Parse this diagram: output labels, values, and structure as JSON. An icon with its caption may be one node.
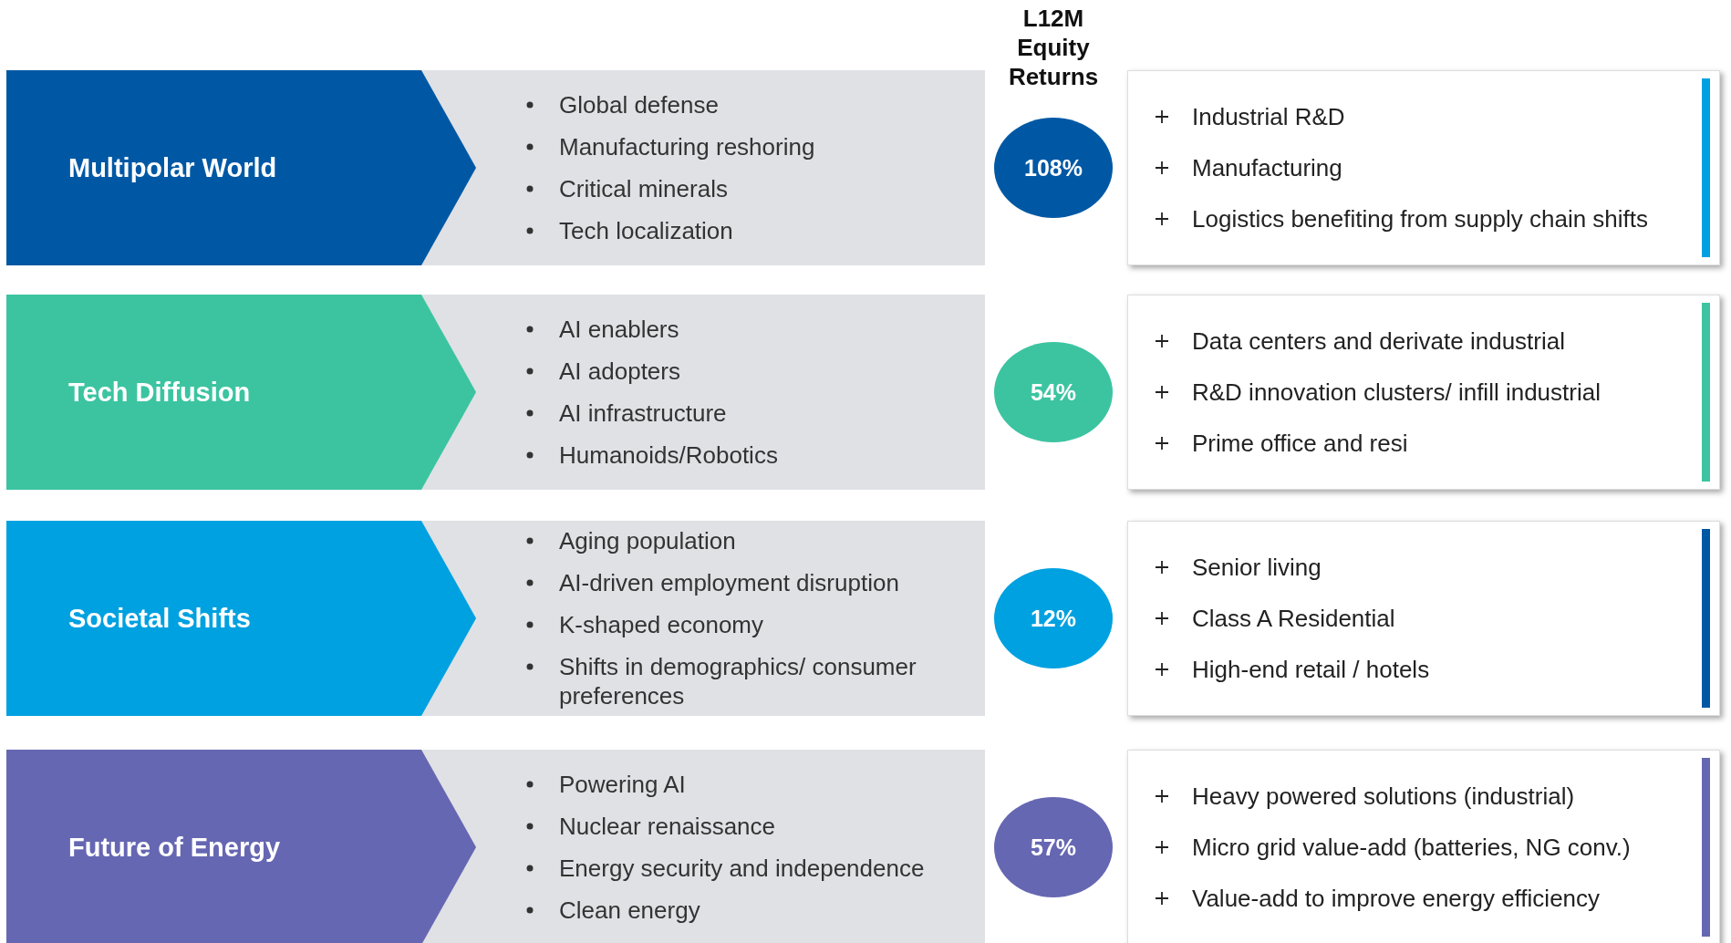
{
  "diagram": {
    "nodes": [
      {
        "text": [
          "Multipolar World"
        ]
      },
      {
        "text": [
          "Global defense",
          "Manufacturing reshoring",
          "Critical minerals",
          "Tech localization"
        ]
      },
      {
        "text": [
          "108%"
        ]
      },
      {
        "text": [
          "Industrial R&D",
          "Manufacturing",
          "Logistics benefiting from supply chain shifts"
        ]
      },
      {
        "text": [
          "Tech Diffusion"
        ]
      },
      {
        "text": [
          "AI enablers",
          "AI adopters",
          "AI infrastructure",
          "Humanoids/Robotics"
        ]
      },
      {
        "text": [
          "54%"
        ]
      },
      {
        "text": [
          "Data centers and derivate industrial",
          "R&D innovation clusters/ infill industrial",
          "Prime office and resi"
        ]
      },
      {
        "text": [
          "Societal Shifts"
        ]
      },
      {
        "text": [
          "Aging population",
          "AI-driven employment disruption",
          "K-shaped economy",
          "Shifts in demographics/ consumer preferences"
        ]
      },
      {
        "text": [
          "12%"
        ]
      },
      {
        "text": [
          "Senior living",
          "Class A Residential",
          "High-end retail / hotels"
        ]
      },
      {
        "text": [
          "Future of Energy"
        ]
      },
      {
        "text": [
          "Powering AI",
          "Nuclear renaissance",
          "Energy security and independence",
          "Clean energy"
        ]
      },
      {
        "text": [
          "57%"
        ]
      },
      {
        "text": [
          "Heavy powered solutions (industrial)",
          "Micro grid value-add (batteries, NG conv.)",
          "Value-add to improve energy efficiency"
        ]
      }
    ],
    "labels": [
      "L12M Equity Returns"
    ]
  }
}
